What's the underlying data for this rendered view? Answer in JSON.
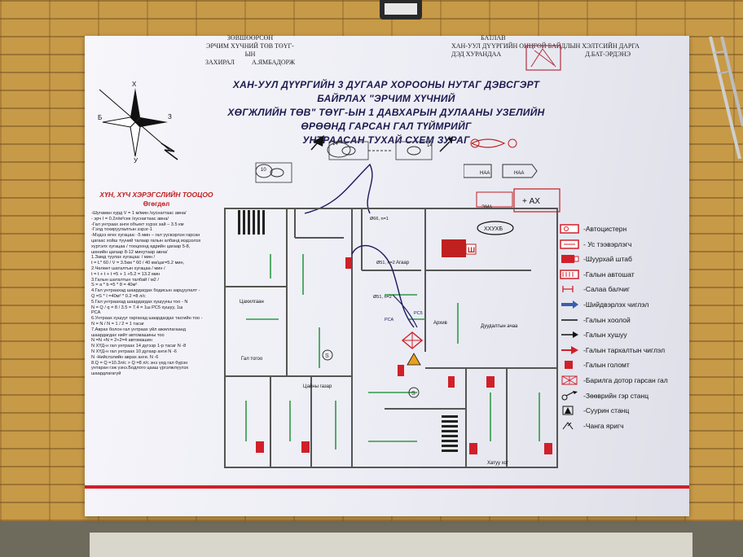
{
  "header": {
    "left_approver_title": "ЗӨВШӨӨРСӨН",
    "left_org": "ЭРЧИМ ХҮЧНИЙ ТӨВ ТӨҮГ-ЫН",
    "left_position": "ЗАХИРАЛ",
    "left_name": "А.ЯМБАДОРЖ",
    "right_approver_title": "БАТЛАВ",
    "right_org": "ХАН-УУЛ ДҮҮРГИЙН ОНЦГОЙ БАЙДЛЫН ХЭЛТСИЙН ДАРГА",
    "right_position": "ДЭД ХУРАНДАА",
    "right_name": "Д.БАТ-ЭРДЭНЭ"
  },
  "title_lines": [
    "ХАН-УУЛ ДҮҮРГИЙН 3 ДУГААР ХОРООНЫ НУТАГ ДЭВСГЭРТ БАЙРЛАХ \"ЭРЧИМ ХҮЧНИЙ",
    "ХӨГЖЛИЙН ТӨВ\"  ТӨҮГ-ЫН 1 ДАВХАРЫН ДУЛААНЫ УЗЕЛИЙН ӨРӨӨНД ГАРСАН ГАЛ ТҮЙМРИЙГ",
    "УНТРААСАН ТУХАЙ СХЕМ ЗУРАГ"
  ],
  "compass": {
    "north": "Х",
    "south": "У",
    "west": "Б",
    "east": "З"
  },
  "calc": {
    "title": "ХҮН, ХҮЧ ХЭРЭГСЛИЙН ТООЦОО",
    "subtitle": "Өгөгдөл",
    "lines": [
      "-Шугаман хурд V = 1 м/мин /хуснагтааc авна/",
      "- эрч I = 0.2л/м²сек /хуснагтааc авна/",
      "-Гал унтраах анги объект хүрэх зай – 3.5 км",
      "-Гэлд тохируулалтын зэрэг-1",
      "-Мэдээ өгөх хугацаа: -5 мин – гал үүсвэрлэн гарсан",
      "цагаас хойш түүний талаар галын албанд мэдээлэх",
      "хүртэлх хугацаа / тооцоонд өдрийн цагаар 5-8,",
      "шөнийн цагаар 8-12 минутаар авна/",
      "1.Замд туулах хугацаа: / мин /",
      "t = L* 60 / V = 3.5км * 60 / 40 км/цаг=5.2 мин,",
      "2.Чөлөөт шаталтын хугацаа / мин /",
      "t = t + t + t =5 + 1 +5.2 = 13.2 мин",
      "3.Галын шаталтын талбай / м2 /",
      "S = a * b =5 * 8 = 40м²",
      "4.Гал унтраахад шаардагдах бодисын зарцуулалт -",
      "Q =S * I =40м² * 0.2 =8 л/с",
      "5.Гал унтраахад шаардагдах хушууны тоо - N",
      "N = Q / q = 8 / 3.5 = 7.4 = 1ш РС5 хушуу, 1ш",
      "РСА",
      "6.Унтраах хушууг гаргахад шаардагдах тасгийн тоо -",
      "N = N / N = 1 / 2 = 1 тасаг",
      "7.Аврах болон гал унтраах үйл ажиллагаанд",
      "шаардагдах нийт автомашины тоо",
      "N =N +N = 2+2=4 автомашин",
      "N ХҮД-н гал унтраах 14 дүгээр 1-р тасаг N -8",
      "N ХҮД-н гал унтраах 10 дугаар анги N -6",
      "N -Нийслэлийн аврах анги. N -6",
      "8.Q = Q =10.3л/с > Q =8 л/с энэ үед гал бүрэн",
      "унтаран гэж үзнэ.Бодлого цааш үргэлжлүүлэх",
      "шаардлагагүй"
    ]
  },
  "plan_labels": {
    "unit14_left": "14",
    "unit14_right": "14",
    "unit10": "10",
    "pipe_a": "Ø66, n=1",
    "pipe_b": "Ø51, n=2",
    "pipe_c": "Ø51, n=2",
    "room_agaar": "Агаар",
    "room_archiv": "Архив",
    "room_duudaltiin": "Дуудалтын ачаа",
    "room_tsahilgaan": "Цахилгаан",
    "room_gal": "Гал тогоо",
    "room_tsaasny": "Цайны газар",
    "room_hatuu": "Хатуу хог",
    "hydrant_mark": "S",
    "rsa": "РСА",
    "rs5": "РС5",
    "ema": "ЭМА",
    "ah": "+ АХ",
    "naa_left": "НАА",
    "naa_right": "НАА",
    "xxyxb": "ХХУХБ",
    "sh": "Ш"
  },
  "legend": [
    {
      "icon": "fire-truck-icon",
      "label": "-Автоцистерн"
    },
    {
      "icon": "water-tanker-icon",
      "label": "- Ус тээвэрлэгч"
    },
    {
      "icon": "hq-icon",
      "label": "-Шуурхай штаб"
    },
    {
      "icon": "fire-bus-icon",
      "label": "-Галын автошат"
    },
    {
      "icon": "hydrant-valve-icon",
      "label": "-Салаа балчиг"
    },
    {
      "icon": "direction-arrow-icon",
      "label": "-Шийдвэрлэх чиглэл"
    },
    {
      "icon": "hose-icon",
      "label": "-Галын хоолой"
    },
    {
      "icon": "nozzle-icon",
      "label": "-Галын хушуу"
    },
    {
      "icon": "spread-arrow-icon",
      "label": "-Галын тархалтын чиглэл"
    },
    {
      "icon": "fire-source-icon",
      "label": "-Галын голомт"
    },
    {
      "icon": "burn-area-icon",
      "label": "-Барилга дотор гарсан гал"
    },
    {
      "icon": "mobile-station-icon",
      "label": "-Зөөврийн гэр станц"
    },
    {
      "icon": "fixed-station-icon",
      "label": "-Суурин станц"
    },
    {
      "icon": "tree-icon",
      "label": "-Чанга яригч"
    }
  ],
  "colors": {
    "accent_red": "#d0202a",
    "title_blue": "#1b1b50",
    "plan_green": "#2e9a48"
  }
}
